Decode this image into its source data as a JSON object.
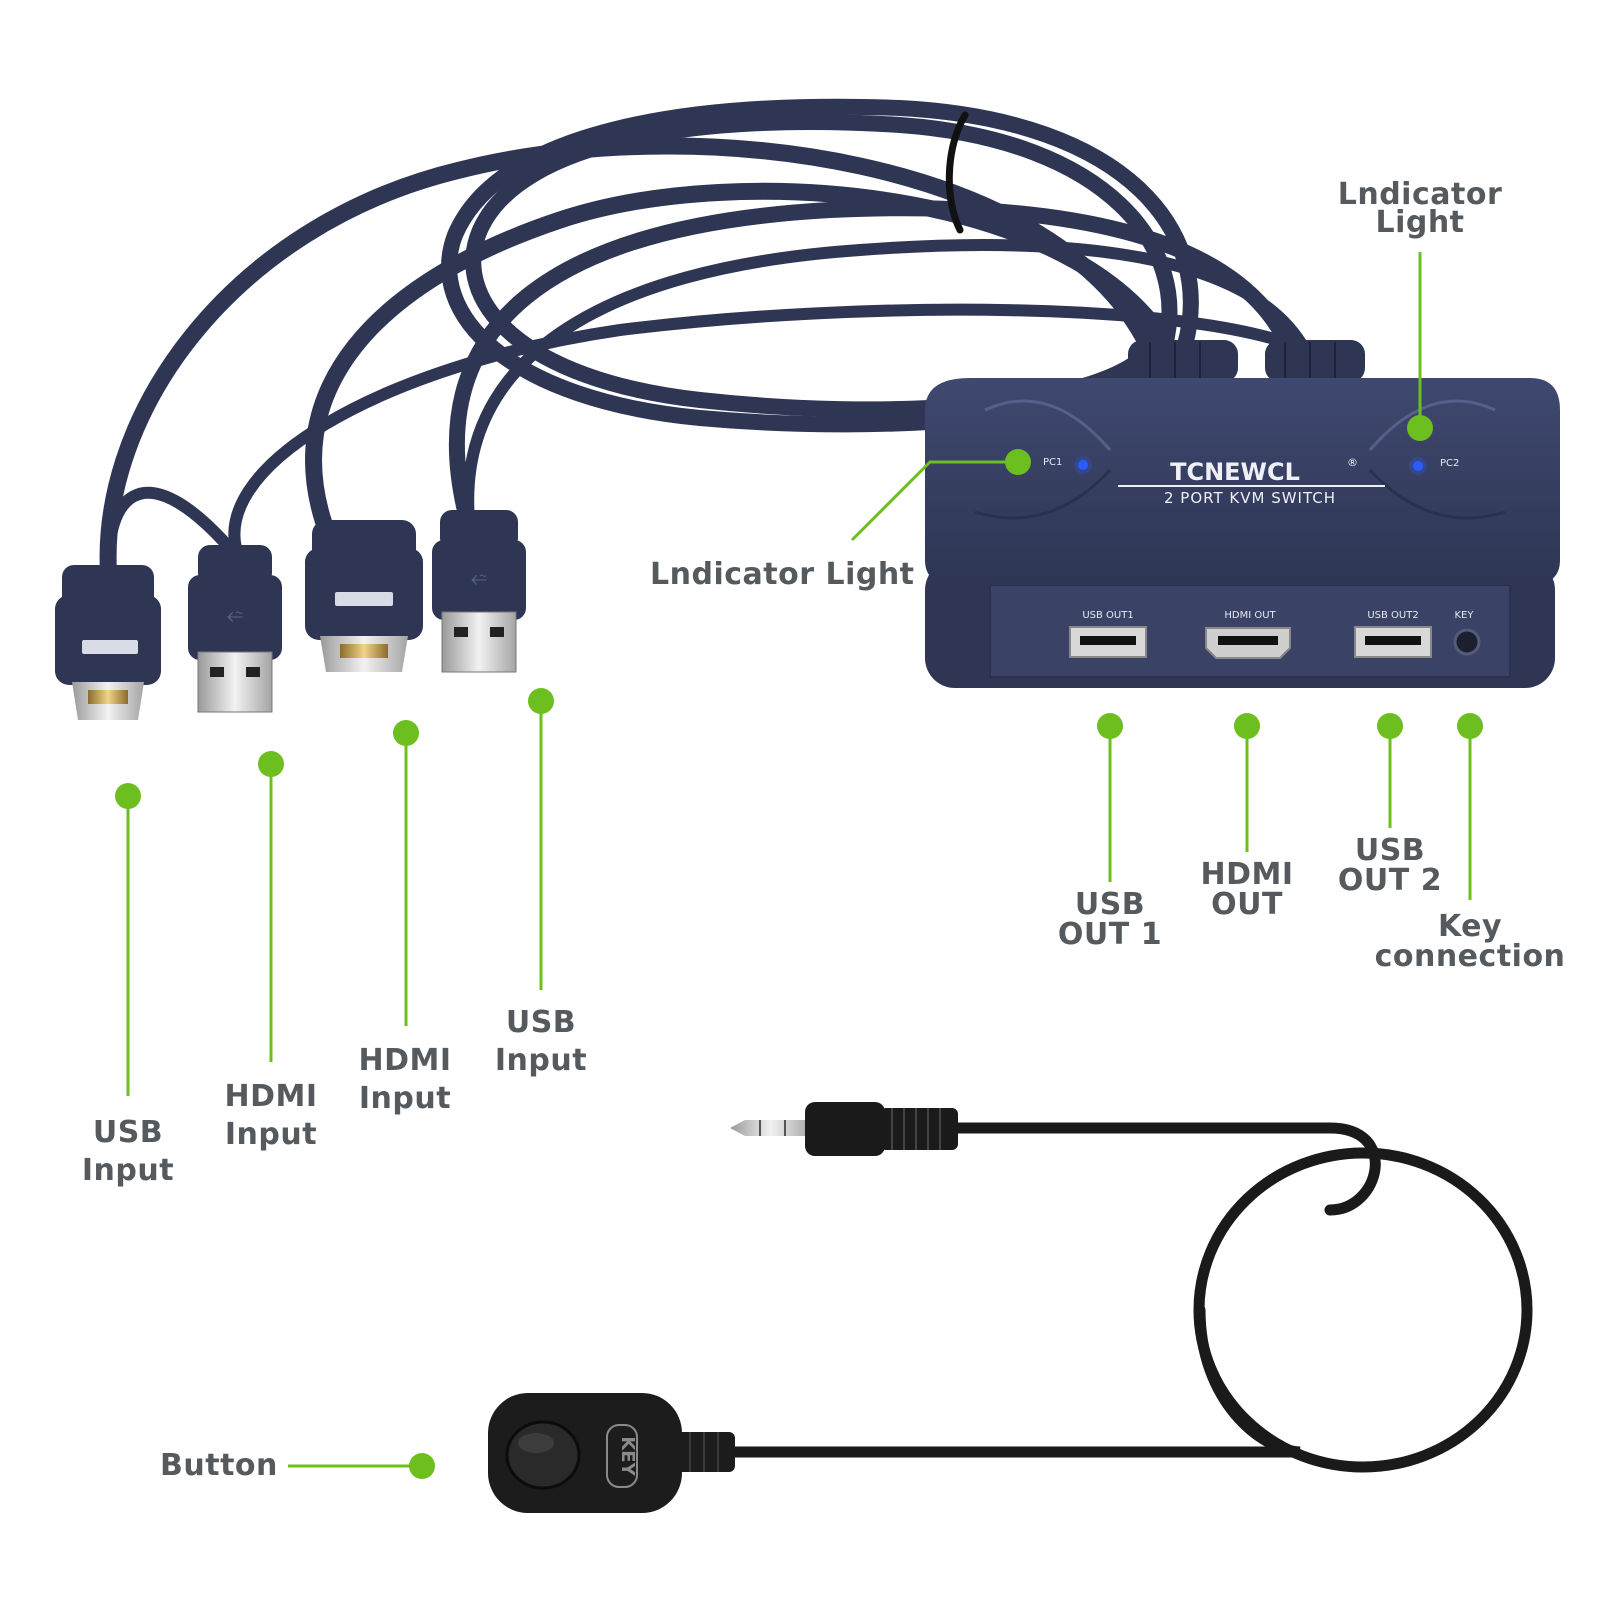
{
  "colors": {
    "accent_green": "#6cbf1e",
    "cable_navy": "#2e3654",
    "device_navy": "#3a4266",
    "label_gray": "#555a5e",
    "led_blue": "#2a5cff",
    "black_cable": "#1a1a1a"
  },
  "device": {
    "brand": "TCNEWCL",
    "registered_mark": "®",
    "model": "2 PORT KVM SWITCH",
    "led_left": "PC1",
    "led_right": "PC2",
    "ports": {
      "usb_out1": "USB OUT1",
      "hdmi_out": "HDMI OUT",
      "usb_out2": "USB OUT2",
      "key": "KEY"
    }
  },
  "remote": {
    "key_text": "KEY"
  },
  "callouts": {
    "indicator_top": [
      "Lndicator",
      "Light"
    ],
    "indicator_left": "Lndicator Light",
    "usb_input_1": [
      "USB",
      "Input"
    ],
    "hdmi_input_1": [
      "HDMI",
      "Input"
    ],
    "hdmi_input_2": [
      "HDMI",
      "Input"
    ],
    "usb_input_2": [
      "USB",
      "Input"
    ],
    "usb_out_1": [
      "USB",
      "OUT 1"
    ],
    "hdmi_out": [
      "HDMI",
      "OUT"
    ],
    "usb_out_2": [
      "USB",
      "OUT 2"
    ],
    "key_connection": [
      "Key",
      "connection"
    ],
    "button": "Button"
  }
}
